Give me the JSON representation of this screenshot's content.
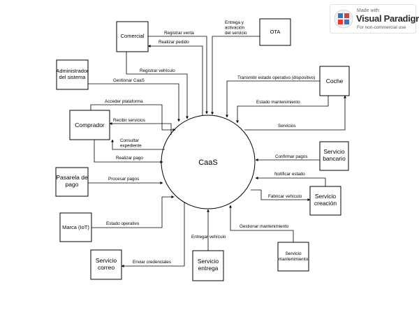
{
  "watermark": {
    "made_with": "Made with",
    "brand": "Visual Paradigm",
    "note": "For non-commercial use"
  },
  "diagram": {
    "center": "CaaS",
    "entities": {
      "comercial": [
        "Comercial"
      ],
      "ota": [
        "OTA"
      ],
      "admin": [
        "Administrador",
        "del sistema"
      ],
      "coche": [
        "Coche"
      ],
      "comprador": [
        "Comprador"
      ],
      "banco": [
        "Servicio",
        "bancario"
      ],
      "pasarela": [
        "Pasarela de",
        "pago"
      ],
      "creacion": [
        "Servicio",
        "creación"
      ],
      "marca": [
        "Marca (IoT)"
      ],
      "mantenimiento": [
        "Servicio",
        "mantenimiento"
      ],
      "correo": [
        "Servicio",
        "correo"
      ],
      "entrega": [
        "Servicio",
        "entrega"
      ]
    },
    "flows": {
      "registrar_venta": [
        "Registrar venta"
      ],
      "realizar_pedido": [
        "Realizar pedido"
      ],
      "registrar_vehiculo": [
        "Registrar vehículo"
      ],
      "entrega_activacion": [
        "Entrega y",
        "activación",
        "del servicio"
      ],
      "gestionar_caas": [
        "Gestionar CaaS"
      ],
      "transmitir_estado": [
        "Transmitir estado operativo (dispositivo)"
      ],
      "estado_mantenimiento": [
        "Estado mantenimiento"
      ],
      "acceder_plataforma": [
        "Acceder plataforma"
      ],
      "recibir_servicios": [
        "Recibir servicios"
      ],
      "servicios": [
        "Servicios"
      ],
      "consultar_expediente": [
        "Consultar",
        "expediente"
      ],
      "realizar_pago": [
        "Realizar pago"
      ],
      "confirmar_pagos": [
        "Confirmar pagos"
      ],
      "notificar_estado": [
        "Notificar estado"
      ],
      "procesar_pagos": [
        "Procesar pagos"
      ],
      "fabricar_vehiculo": [
        "Fabricar vehículo"
      ],
      "estado_operativo": [
        "Estado operativo"
      ],
      "gestionar_mantenimiento": [
        "Gestionar mantenimiento"
      ],
      "entregar_vehiculo": [
        "Entregar vehículo"
      ],
      "enviar_credenciales": [
        "Enviar credenciales"
      ]
    }
  }
}
